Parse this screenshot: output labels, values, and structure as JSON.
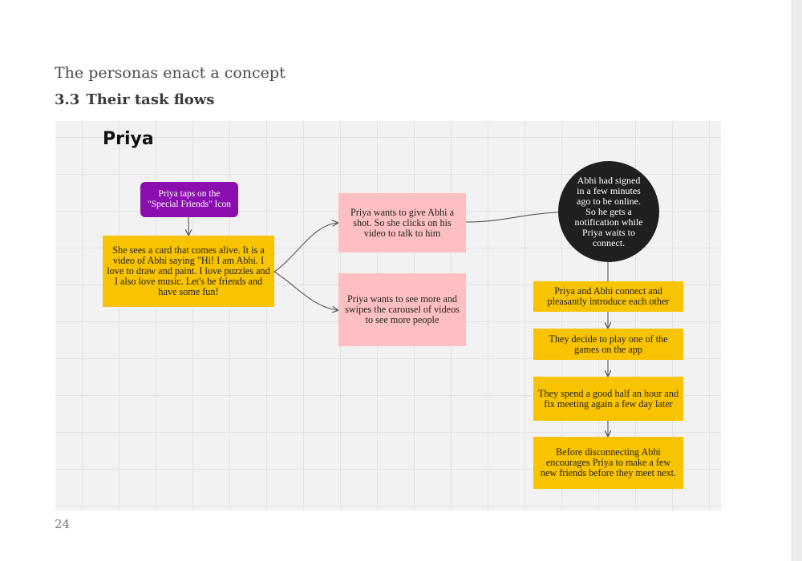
{
  "page": {
    "subtitle": "The personas enact a concept",
    "section_number": "3.3",
    "section_title": "Their task flows",
    "page_number": "24"
  },
  "diagram": {
    "title": "Priya",
    "nodes": {
      "tap_icon": "Priya taps on the \"Special Friends\" Icon",
      "card_alive": "She sees a card that comes alive. It is a video of Abhi saying \"Hi! I am Abhi. I love to draw and paint. I love puzzles and I also love music. Let's be friends and have some fun!",
      "give_shot": "Priya wants to give Abhi a shot. So she clicks on his video to talk to him",
      "see_more": "Priya wants to see more and swipes the carousel of videos to see more people",
      "abhi_signed": "Abhi had signed in a few minutes ago to be online. So he gets a notification while Priya waits to connect.",
      "connect": "Priya and Abhi connect and pleasantly introduce each other",
      "play_game": "They decide to play one of the games on the app",
      "half_hour": "They spend a good half an hour and fix meeting again a few day later",
      "disconnect": "Before disconnecting Abhi encourages Priya to make a few new friends before they meet next."
    },
    "colors": {
      "purple": "#8b0fae",
      "yellow": "#f8c300",
      "pink": "#fdbfc1",
      "circle": "#1f1f1f",
      "connector": "#555555"
    }
  }
}
